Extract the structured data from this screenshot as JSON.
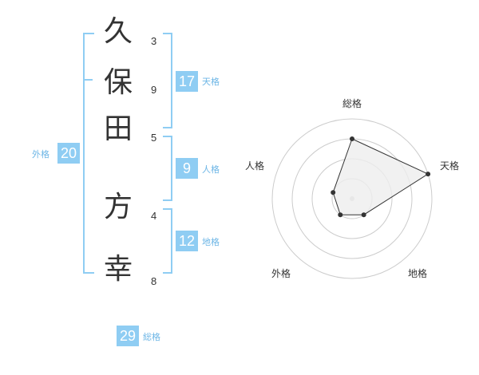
{
  "name": {
    "characters": [
      {
        "char": "久",
        "strokes": "3"
      },
      {
        "char": "保",
        "strokes": "9"
      },
      {
        "char": "田",
        "strokes": "5"
      },
      {
        "char": "方",
        "strokes": "4"
      },
      {
        "char": "幸",
        "strokes": "8"
      }
    ]
  },
  "kakusuu": {
    "tenkaku": {
      "value": "17",
      "label": "天格"
    },
    "jinkaku": {
      "value": "9",
      "label": "人格"
    },
    "chikaku": {
      "value": "12",
      "label": "地格"
    },
    "gaikaku": {
      "value": "20",
      "label": "外格"
    },
    "soukaku": {
      "value": "29",
      "label": "総格"
    }
  },
  "chart_data": {
    "type": "radar",
    "axes": [
      "総格",
      "天格",
      "地格",
      "外格",
      "人格"
    ],
    "rings": 4,
    "values": [
      3,
      4,
      1,
      1,
      1
    ],
    "max": 4
  },
  "colors": {
    "accent": "#8fcdf3",
    "accent_text": "#6db6e6",
    "text": "#333333",
    "grid": "#cccccc",
    "fill": "#eeeeee"
  }
}
